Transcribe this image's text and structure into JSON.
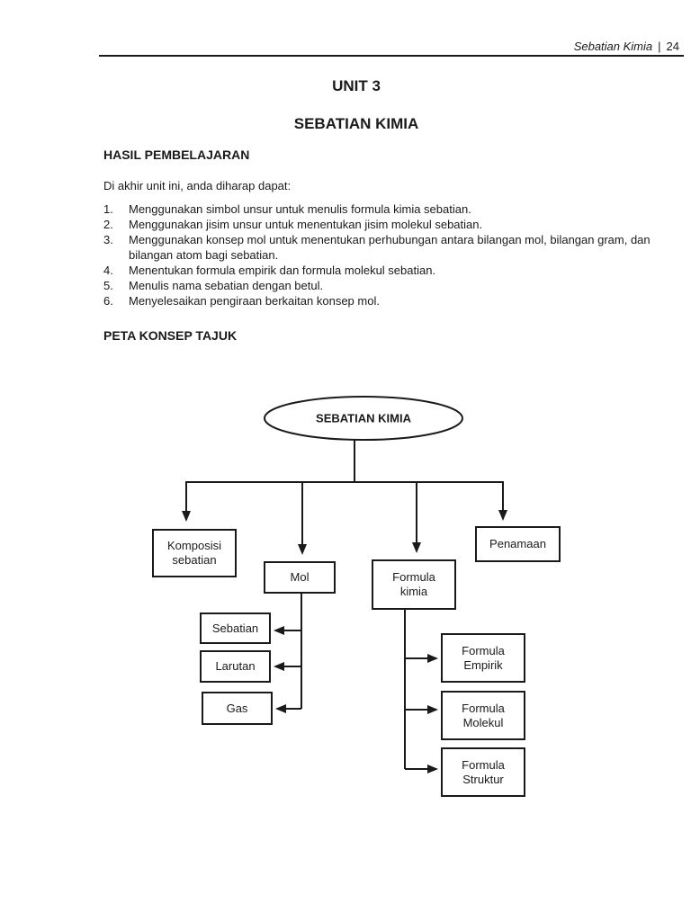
{
  "header": {
    "title_italic": "Sebatian Kimia",
    "separator": "|",
    "page_number": "24"
  },
  "titles": {
    "unit": "UNIT 3",
    "subject": "SEBATIAN KIMIA"
  },
  "learning": {
    "heading": "HASIL PEMBELAJARAN",
    "intro": "Di akhir unit ini, anda diharap dapat:",
    "items": [
      {
        "num": "1.",
        "text": "Menggunakan simbol unsur untuk menulis formula kimia sebatian."
      },
      {
        "num": "2.",
        "text": "Menggunakan jisim unsur untuk menentukan jisim molekul sebatian."
      },
      {
        "num": "3.",
        "text": "Menggunakan konsep mol untuk menentukan perhubungan antara bilangan mol, bilangan gram, dan bilangan atom bagi sebatian."
      },
      {
        "num": "4.",
        "text": "Menentukan formula empirik dan formula molekul sebatian."
      },
      {
        "num": "5.",
        "text": "Menulis nama sebatian dengan betul."
      },
      {
        "num": "6.",
        "text": "Menyelesaikan pengiraan berkaitan konsep mol."
      }
    ]
  },
  "concept_map": {
    "heading": "PETA KONSEP TAJUK",
    "root": "SEBATIAN KIMIA",
    "nodes": {
      "komposisi": "Komposisi\nsebatian",
      "mol": "Mol",
      "formula_kimia": "Formula\nkimia",
      "penamaan": "Penamaan",
      "sebatian": "Sebatian",
      "larutan": "Larutan",
      "gas": "Gas",
      "formula_empirik": "Formula\nEmpirik",
      "formula_molekul": "Formula\nMolekul",
      "formula_struktur": "Formula\nStruktur"
    },
    "edges": [
      [
        "root",
        "komposisi"
      ],
      [
        "root",
        "mol"
      ],
      [
        "root",
        "formula_kimia"
      ],
      [
        "root",
        "penamaan"
      ],
      [
        "mol",
        "sebatian"
      ],
      [
        "mol",
        "larutan"
      ],
      [
        "mol",
        "gas"
      ],
      [
        "formula_kimia",
        "formula_empirik"
      ],
      [
        "formula_kimia",
        "formula_molekul"
      ],
      [
        "formula_kimia",
        "formula_struktur"
      ]
    ]
  },
  "colors": {
    "ink": "#1a1a1a",
    "paper": "#ffffff"
  }
}
